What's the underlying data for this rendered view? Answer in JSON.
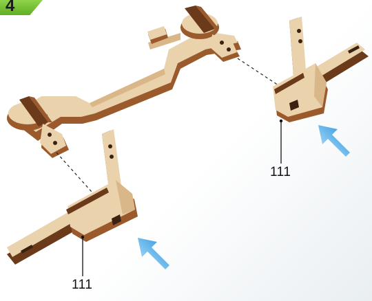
{
  "step": {
    "number": "4",
    "badge_color": "#6fbf2c"
  },
  "callouts": [
    {
      "label": "111"
    },
    {
      "label": "111"
    }
  ],
  "colors": {
    "wood_face": "#ead2ad",
    "wood_edge": "#9a5a2c",
    "wood_dark": "#6b3a1a",
    "arrow": "#3aa6e8"
  },
  "icons": [
    "step-badge",
    "push-arrow-icon"
  ]
}
